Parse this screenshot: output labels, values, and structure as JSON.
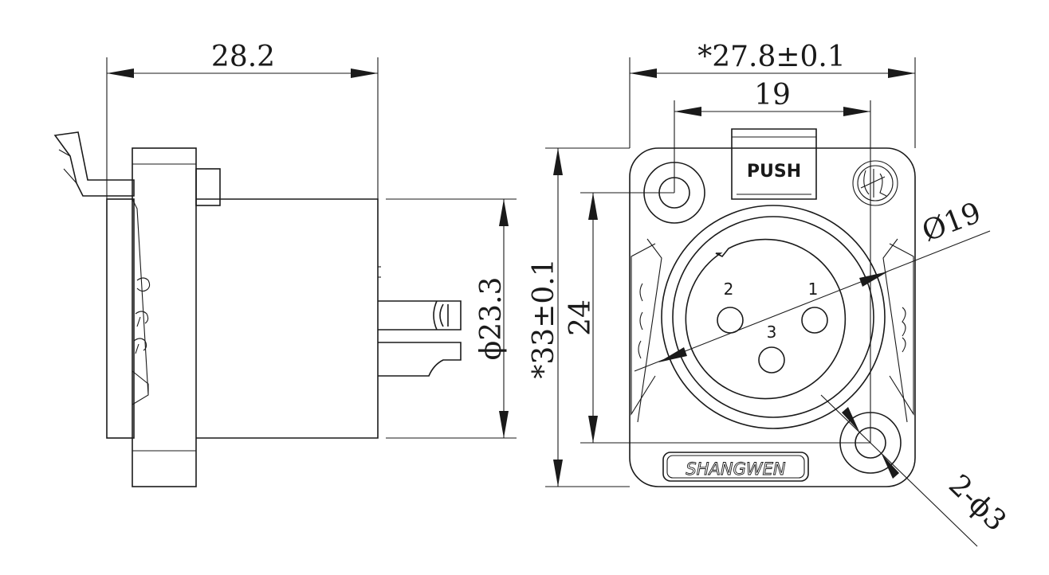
{
  "dimensions": {
    "side_length": "28.2",
    "front_width": "*27.8±0.1",
    "mount_spacing": "19",
    "body_diameter": "ϕ23.3",
    "front_height": "*33±0.1",
    "mount_vertical": "24",
    "socket_diameter": "Ø19",
    "mount_holes": "2-ϕ3"
  },
  "labels": {
    "latch": "PUSH",
    "brand": "SHANGWEN",
    "pin_1": "1",
    "pin_2": "2",
    "pin_3": "3"
  }
}
